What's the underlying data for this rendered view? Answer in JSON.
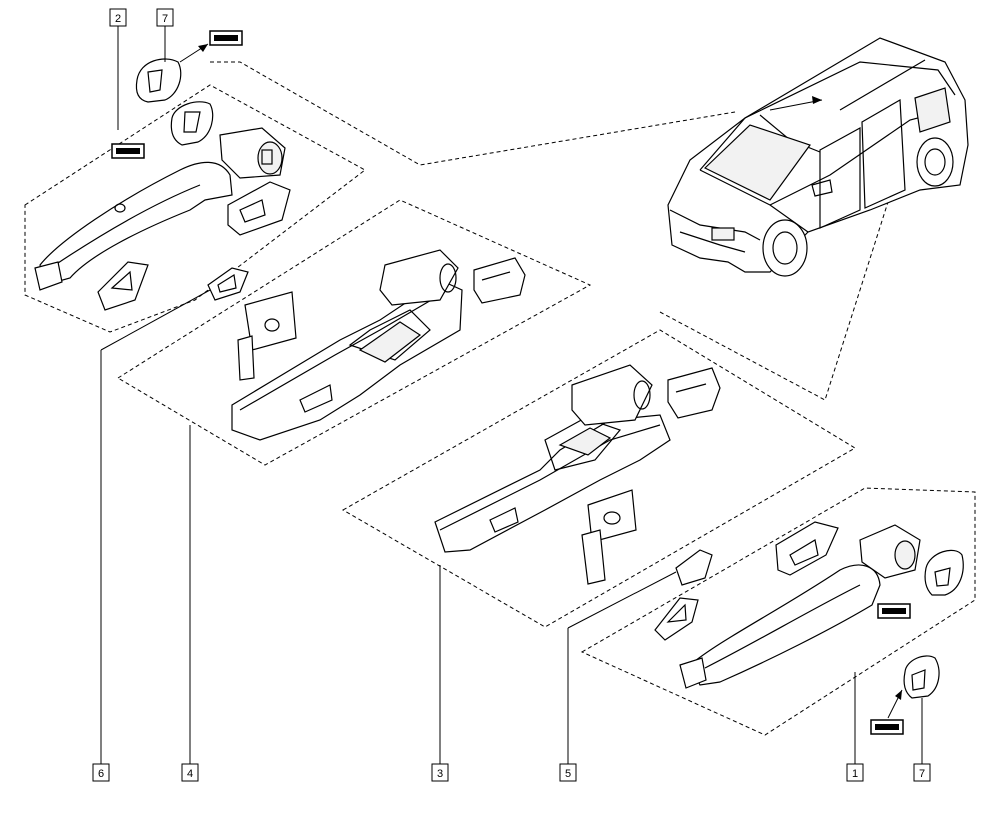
{
  "callouts": {
    "c1": "1",
    "c2": "2",
    "c3": "3",
    "c4": "4",
    "c5": "5",
    "c6": "6",
    "c7_top": "7",
    "c7_bottom": "7"
  },
  "colors": {
    "line": "#000000",
    "background": "#ffffff"
  }
}
